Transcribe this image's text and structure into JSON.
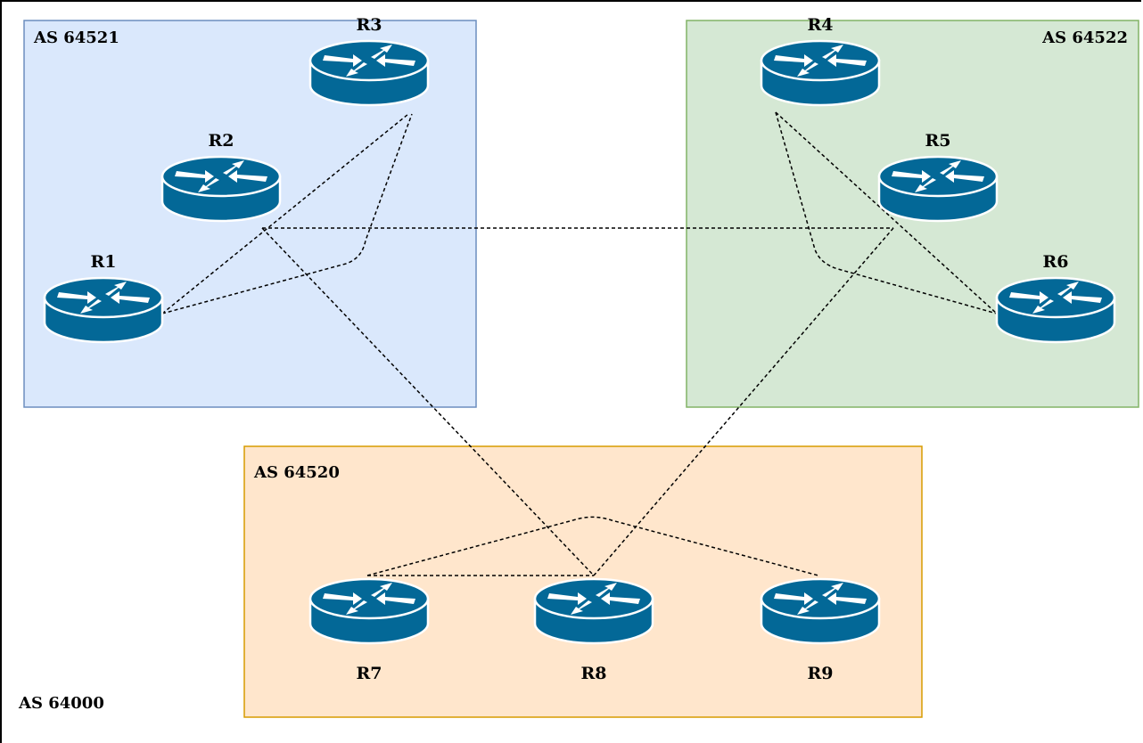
{
  "outer_as": {
    "label": "AS 64000"
  },
  "as_boxes": [
    {
      "id": "as64521",
      "label": "AS 64521",
      "fill": "#dae8fc",
      "stroke": "#6c8ebf"
    },
    {
      "id": "as64522",
      "label": "AS 64522",
      "fill": "#d5e8d4",
      "stroke": "#82b366"
    },
    {
      "id": "as64520",
      "label": "AS 64520",
      "fill": "#ffe6cc",
      "stroke": "#d79b00"
    }
  ],
  "routers": [
    {
      "id": "R1",
      "label": "R1"
    },
    {
      "id": "R2",
      "label": "R2"
    },
    {
      "id": "R3",
      "label": "R3"
    },
    {
      "id": "R4",
      "label": "R4"
    },
    {
      "id": "R5",
      "label": "R5"
    },
    {
      "id": "R6",
      "label": "R6"
    },
    {
      "id": "R7",
      "label": "R7"
    },
    {
      "id": "R8",
      "label": "R8"
    },
    {
      "id": "R9",
      "label": "R9"
    }
  ],
  "links": [
    {
      "from": "R1",
      "to": "R3"
    },
    {
      "from": "R1",
      "to": "R3"
    },
    {
      "from": "R2",
      "to": "R5"
    },
    {
      "from": "R2",
      "to": "R8"
    },
    {
      "from": "R5",
      "to": "R8"
    },
    {
      "from": "R4",
      "to": "R6"
    },
    {
      "from": "R4",
      "to": "R6"
    },
    {
      "from": "R7",
      "to": "R8"
    },
    {
      "from": "R7",
      "to": "R9"
    }
  ],
  "colors": {
    "router_body": "#036897",
    "router_arrows": "#ffffff",
    "link": "#000000"
  }
}
